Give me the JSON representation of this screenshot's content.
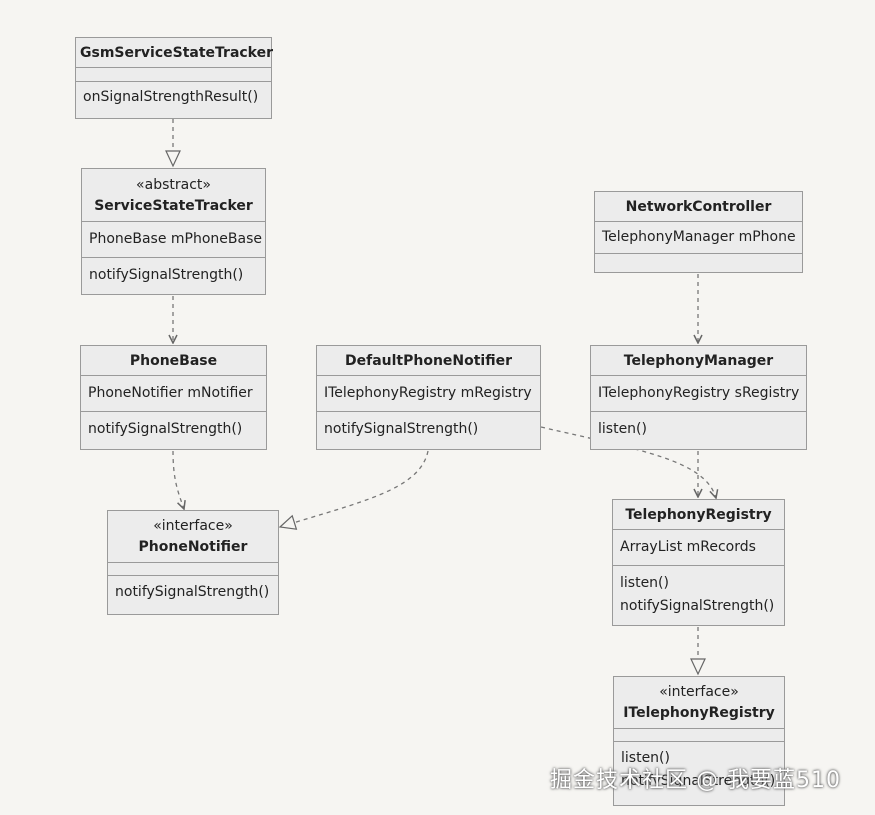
{
  "classes": {
    "gsm": {
      "name": "GsmServiceStateTracker",
      "methods": [
        "onSignalStrengthResult()"
      ]
    },
    "sst": {
      "stereotype": "«abstract»",
      "name": "ServiceStateTracker",
      "fields": [
        "PhoneBase mPhoneBase"
      ],
      "methods": [
        "notifySignalStrength()"
      ]
    },
    "phonebase": {
      "name": "PhoneBase",
      "fields": [
        "PhoneNotifier mNotifier"
      ],
      "methods": [
        "notifySignalStrength()"
      ]
    },
    "phonenotifier": {
      "stereotype": "«interface»",
      "name": "PhoneNotifier",
      "methods": [
        "notifySignalStrength()"
      ]
    },
    "dpn": {
      "name": "DefaultPhoneNotifier",
      "fields": [
        "ITelephonyRegistry mRegistry"
      ],
      "methods": [
        "notifySignalStrength()"
      ]
    },
    "netctrl": {
      "name": "NetworkController",
      "fields": [
        "TelephonyManager mPhone"
      ]
    },
    "tm": {
      "name": "TelephonyManager",
      "fields": [
        "ITelephonyRegistry sRegistry"
      ],
      "methods": [
        "listen()"
      ]
    },
    "treg": {
      "name": "TelephonyRegistry",
      "fields": [
        "ArrayList mRecords"
      ],
      "methods": [
        "listen()",
        "notifySignalStrength()"
      ]
    },
    "itreg": {
      "stereotype": "«interface»",
      "name": "ITelephonyRegistry",
      "methods": [
        "listen()",
        "notifySignalStrength()"
      ]
    }
  },
  "watermark": "掘金技术社区 @ 我要蓝510",
  "colors": {
    "background": "#f6f5f2",
    "box_fill": "#ececec",
    "box_border": "#9a9a9a",
    "edge": "#666666"
  }
}
